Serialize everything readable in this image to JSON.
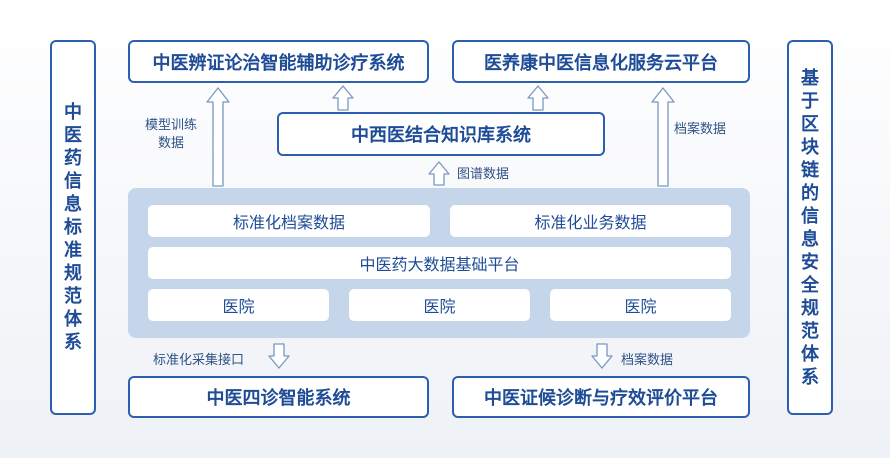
{
  "side": {
    "left": "中医药信息标准规范体系",
    "right": "基于区块链的信息安全规范体系"
  },
  "top": {
    "left_system": "中医辨证论治智能辅助诊疗系统",
    "right_system": "医养康中医信息化服务云平台",
    "knowledge_base": "中西医结合知识库系统"
  },
  "flows": {
    "model_training_line1": "模型训练",
    "model_training_line2": "数据",
    "graph_data": "图谱数据",
    "archive_data_up": "档案数据",
    "collection_interface": "标准化采集接口",
    "archive_data_down": "档案数据"
  },
  "platform": {
    "archive": "标准化档案数据",
    "business": "标准化业务数据",
    "base": "中医药大数据基础平台",
    "hospitals": [
      "医院",
      "医院",
      "医院"
    ]
  },
  "bottom": {
    "left_system": "中医四诊智能系统",
    "right_system": "中医证候诊断与疗效评价平台"
  },
  "colors": {
    "border": "#2d5fb0",
    "text": "#1f4c97",
    "panel": "#c5d6ea"
  }
}
